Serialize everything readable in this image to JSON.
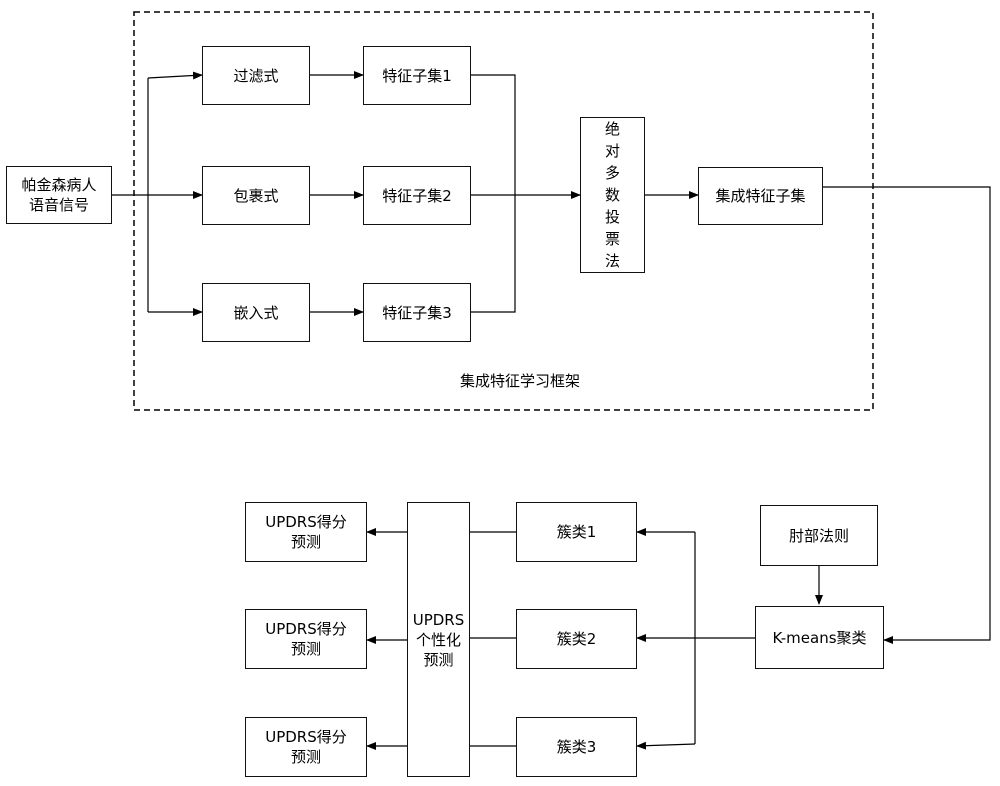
{
  "nodes": {
    "input": "帕金森病人\n语音信号",
    "filter": "过滤式",
    "wrapper": "包裹式",
    "embedded": "嵌入式",
    "subset1": "特征子集1",
    "subset2": "特征子集2",
    "subset3": "特征子集3",
    "vote": "绝\n对\n多\n数\n投\n票\n法",
    "ensemble_subset": "集成特征子集",
    "elbow": "肘部法则",
    "kmeans": "K-means聚类",
    "cluster1": "簇类1",
    "cluster2": "簇类2",
    "cluster3": "簇类3",
    "personalized": "UPDRS\n个性化\n预测",
    "score1": "UPDRS得分\n预测",
    "score2": "UPDRS得分\n预测",
    "score3": "UPDRS得分\n预测"
  },
  "frame": {
    "label": "集成特征学习框架"
  }
}
